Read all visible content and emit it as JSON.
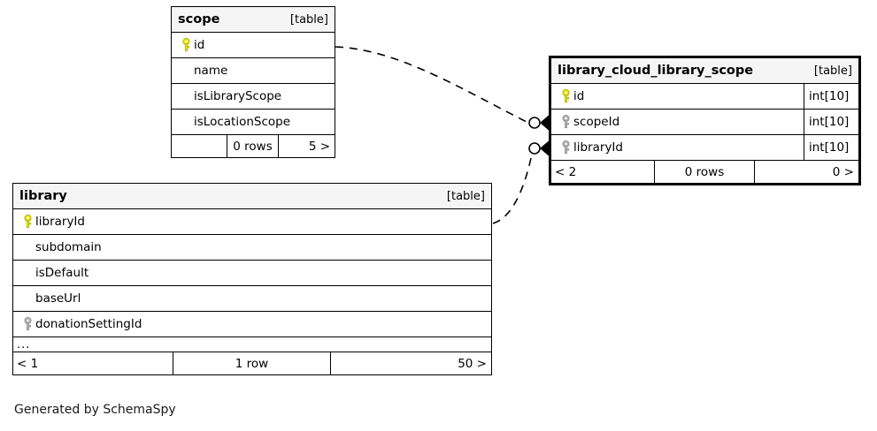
{
  "diagram": {
    "caption": "Generated by SchemaSpy",
    "table_kind_label": "[table]"
  },
  "tables": {
    "scope": {
      "name": "scope",
      "kind": "[table]",
      "columns": [
        {
          "name": "id",
          "key": "primary",
          "type": ""
        },
        {
          "name": "name",
          "key": "none",
          "type": ""
        },
        {
          "name": "isLibraryScope",
          "key": "none",
          "type": ""
        },
        {
          "name": "isLocationScope",
          "key": "none",
          "type": ""
        }
      ],
      "footer": {
        "left": "",
        "center": "0 rows",
        "right": "5 >"
      }
    },
    "library_cloud_library_scope": {
      "name": "library_cloud_library_scope",
      "kind": "[table]",
      "highlighted": true,
      "columns": [
        {
          "name": "id",
          "key": "primary",
          "type": "int[10]"
        },
        {
          "name": "scopeId",
          "key": "foreign",
          "type": "int[10]"
        },
        {
          "name": "libraryId",
          "key": "foreign",
          "type": "int[10]"
        }
      ],
      "footer": {
        "left": "< 2",
        "center": "0 rows",
        "right": "0 >"
      }
    },
    "library": {
      "name": "library",
      "kind": "[table]",
      "columns": [
        {
          "name": "libraryId",
          "key": "primary",
          "type": ""
        },
        {
          "name": "subdomain",
          "key": "none",
          "type": ""
        },
        {
          "name": "isDefault",
          "key": "none",
          "type": ""
        },
        {
          "name": "baseUrl",
          "key": "none",
          "type": ""
        },
        {
          "name": "donationSettingId",
          "key": "foreign",
          "type": ""
        }
      ],
      "more_indicator": "...",
      "footer": {
        "left": "< 1",
        "center": "1 row",
        "right": "50 >"
      }
    }
  },
  "relationships": [
    {
      "name": "scope-to-library-cloud-library-scope",
      "from": "scope.id",
      "to": "library_cloud_library_scope.scopeId",
      "style": "dashed",
      "cardinality": "zero-or-many"
    },
    {
      "name": "library-to-library-cloud-library-scope",
      "from": "library.libraryId",
      "to": "library_cloud_library_scope.libraryId",
      "style": "dashed",
      "cardinality": "zero-or-many"
    }
  ],
  "colors": {
    "primary_key": "#e8e800",
    "foreign_key": "#b3b3b3",
    "header_bg": "#f5f5f5",
    "border": "#000000",
    "background": "#ffffff"
  }
}
